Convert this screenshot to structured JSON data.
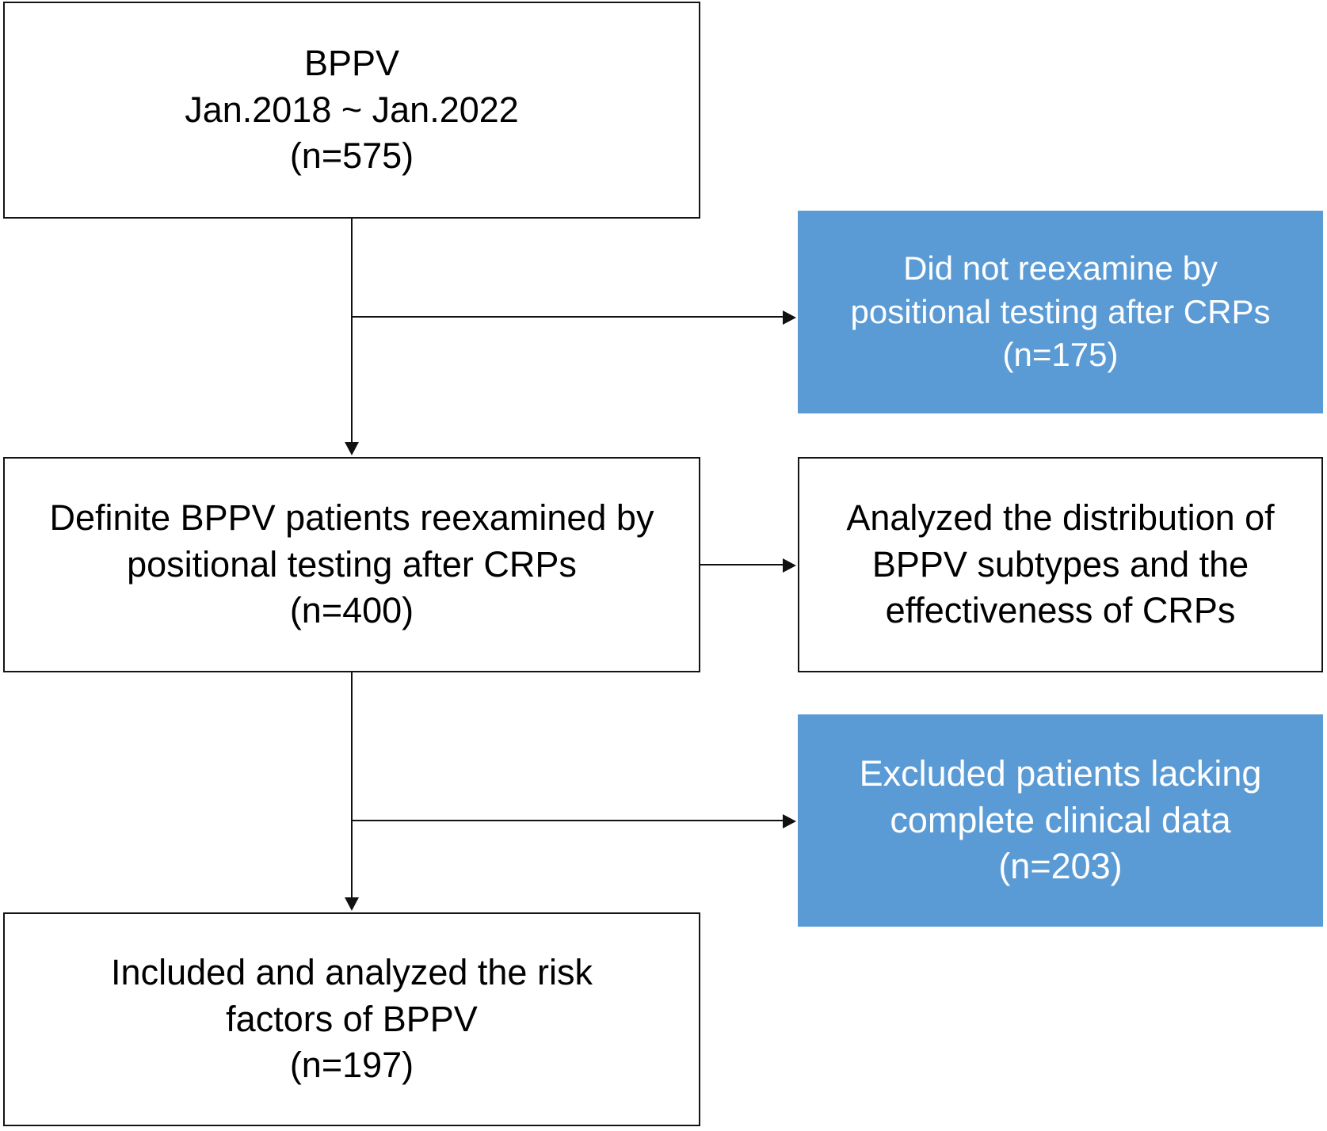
{
  "diagram": {
    "type": "flowchart",
    "title": "BPPV patient selection flow",
    "accent_blue": "#5B9BD5",
    "box_border_color": "#141414",
    "connector_color": "#111111",
    "nodes": [
      {
        "id": "source",
        "style": "white",
        "lines": [
          "BPPV",
          "Jan.2018 ~ Jan.2022",
          "(n=575)"
        ],
        "count": 575
      },
      {
        "id": "excluded_1",
        "style": "blue",
        "lines": [
          "Did not reexamine by",
          "positional testing after CRPs",
          "(n=175)"
        ],
        "count": 175
      },
      {
        "id": "definite",
        "style": "white",
        "lines": [
          "Definite BPPV patients reexamined by",
          "positional testing after CRPs",
          "(n=400)"
        ],
        "count": 400
      },
      {
        "id": "analysis",
        "style": "white",
        "lines": [
          "Analyzed the distribution of",
          "BPPV subtypes and the",
          "effectiveness of CRPs"
        ],
        "count": null
      },
      {
        "id": "excluded_2",
        "style": "blue",
        "lines": [
          "Excluded patients lacking",
          "complete clinical data",
          "(n=203)"
        ],
        "count": 203
      },
      {
        "id": "included",
        "style": "white",
        "lines": [
          "Included and analyzed the risk",
          "factors of BPPV",
          "(n=197)"
        ],
        "count": 197
      }
    ],
    "connectors": [
      {
        "id": "trunk-1",
        "from": "source",
        "to": "definite",
        "direction": "down"
      },
      {
        "id": "branch-1",
        "from": "source",
        "to": "excluded_1",
        "direction": "right"
      },
      {
        "id": "branch-2",
        "from": "definite",
        "to": "analysis",
        "direction": "right"
      },
      {
        "id": "trunk-2",
        "from": "definite",
        "to": "included",
        "direction": "down"
      },
      {
        "id": "branch-3",
        "from": "definite",
        "to": "excluded_2",
        "direction": "right"
      }
    ]
  }
}
